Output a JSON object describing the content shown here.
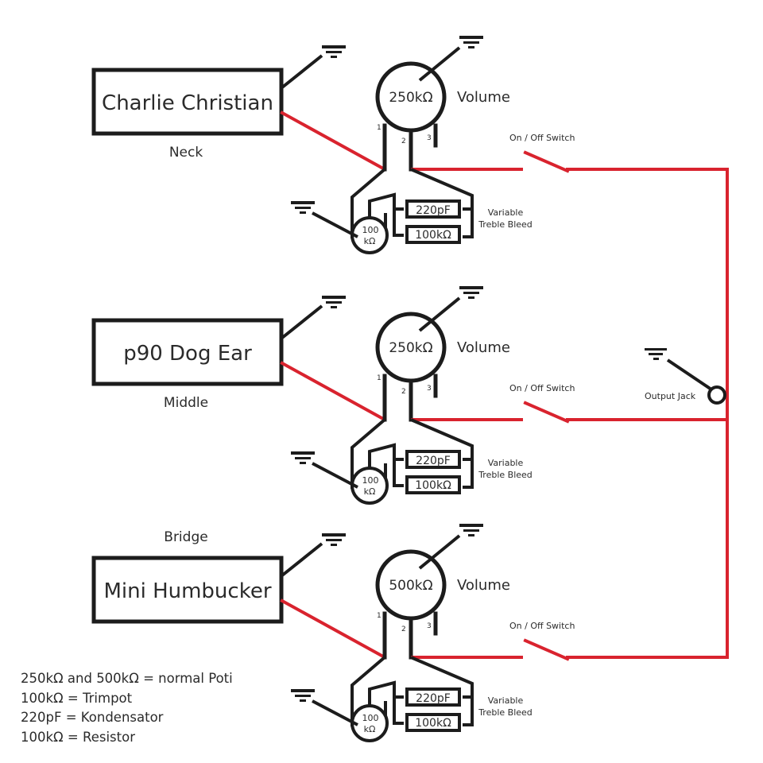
{
  "diagram": {
    "title": "Guitar wiring: 3 pickups with individual volume and on/off switches",
    "colors": {
      "wire_signal": "#d9232e",
      "wire_ground": "#1c1c1c",
      "text": "#2b2b2b"
    },
    "sections": [
      {
        "pickup_name": "Charlie Christian",
        "position": "Neck",
        "pot_value": "250kΩ",
        "pot_label": "Volume",
        "pins": [
          "1",
          "2",
          "3"
        ],
        "trimpot_value_line1": "100",
        "trimpot_value_line2": "kΩ",
        "capacitor_value": "220pF",
        "resistor_value": "100kΩ",
        "treble_bleed_line1": "Variable",
        "treble_bleed_line2": "Treble Bleed",
        "switch_label": "On / Off Switch"
      },
      {
        "pickup_name": "p90 Dog Ear",
        "position": "Middle",
        "pot_value": "250kΩ",
        "pot_label": "Volume",
        "pins": [
          "1",
          "2",
          "3"
        ],
        "trimpot_value_line1": "100",
        "trimpot_value_line2": "kΩ",
        "capacitor_value": "220pF",
        "resistor_value": "100kΩ",
        "treble_bleed_line1": "Variable",
        "treble_bleed_line2": "Treble Bleed",
        "switch_label": "On / Off Switch"
      },
      {
        "pickup_name": "Mini Humbucker",
        "position": "Bridge",
        "pot_value": "500kΩ",
        "pot_label": "Volume",
        "pins": [
          "1",
          "2",
          "3"
        ],
        "trimpot_value_line1": "100",
        "trimpot_value_line2": "kΩ",
        "capacitor_value": "220pF",
        "resistor_value": "100kΩ",
        "treble_bleed_line1": "Variable",
        "treble_bleed_line2": "Treble Bleed",
        "switch_label": "On / Off Switch"
      }
    ],
    "output_jack_label": "Output Jack",
    "icons": {
      "ground": "ground-symbol-icon"
    }
  },
  "legend": [
    "250kΩ and 500kΩ = normal Poti",
    "100kΩ = Trimpot",
    "220pF = Kondensator",
    "100kΩ = Resistor"
  ]
}
